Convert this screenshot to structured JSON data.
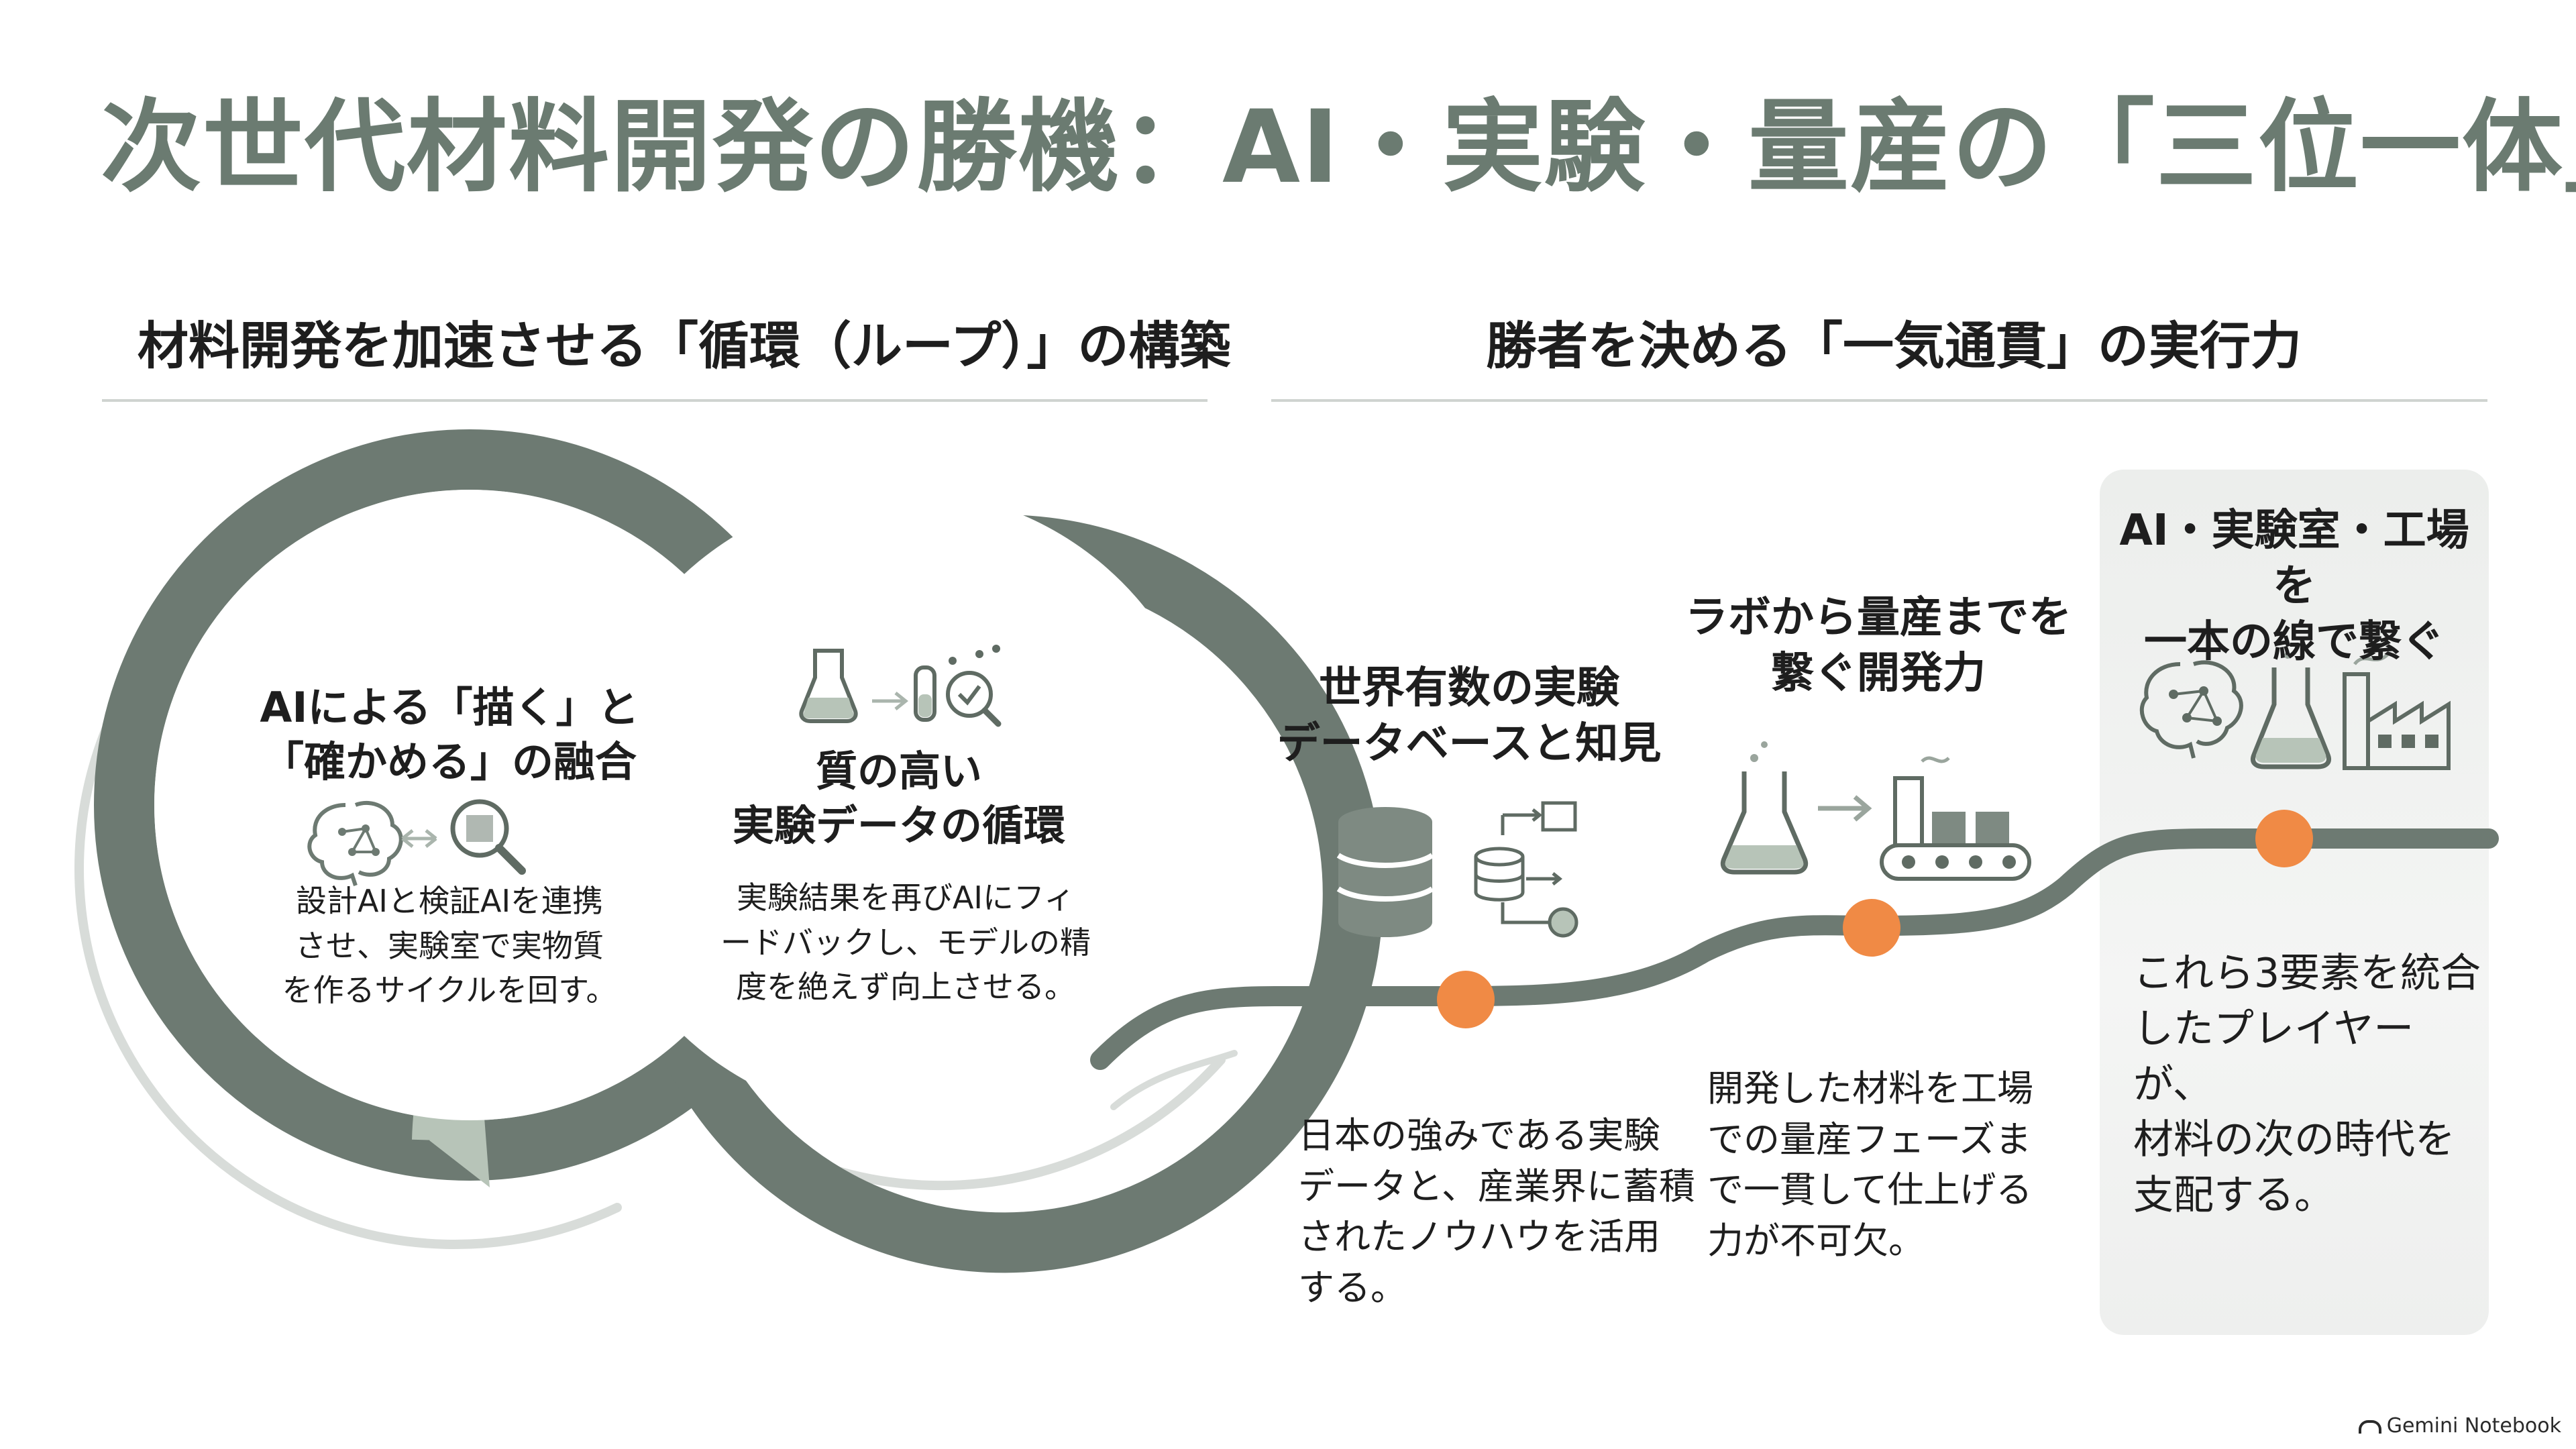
{
  "title": "次世代材料開発の勝機：AI・実験・量産の「三位一体」",
  "left_section": {
    "heading": "材料開発を加速させる「循環（ループ）」の構築",
    "ring_left": {
      "heading": "AIによる「描く」と\n「確かめる」の融合",
      "body": "設計AIと検証AIを連携\nさせ、実験室で実物質\nを作るサイクルを回す。"
    },
    "ring_right": {
      "heading": "質の高い\n実験データの循環",
      "body": "実験結果を再びAIにフィ\nードバックし、モデルの精\n度を絶えず向上させる。"
    }
  },
  "right_section": {
    "heading": "勝者を決める「一気通貫」の実行力",
    "steps": [
      {
        "heading": "世界有数の実験\nデータベースと知見",
        "body": "日本の強みである実験\nデータと、産業界に蓄積\nされたノウハウを活用\nする。"
      },
      {
        "heading": "ラボから量産までを\n繋ぐ開発力",
        "body": "開発した材料を工場\nでの量産フェーズま\nで一貫して仕上げる\n力が不可欠。"
      },
      {
        "heading": "AI・実験室・工場を\n一本の線で繋ぐ",
        "body": "これら3要素を統合\nしたプレイヤーが、\n材料の次の時代を\n支配する。"
      }
    ]
  },
  "footer": "Gemini Notebook",
  "icons": [
    "brain-icon",
    "magnifier-icon",
    "flask-icon",
    "arrow-icon",
    "test-tubes-icon",
    "database-icon",
    "factory-icon",
    "conveyor-icon"
  ],
  "colors": {
    "title": "#6b7b71",
    "dark_ring": "#6d7a72",
    "light_ring": "#b7c4b8",
    "milestone": "#f08a45",
    "panel": "#eeefee"
  }
}
